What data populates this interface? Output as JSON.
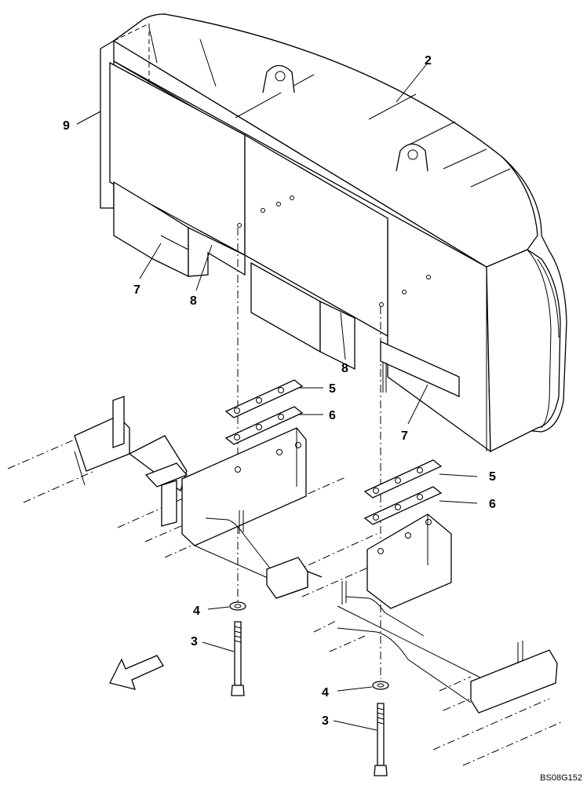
{
  "drawing_code": "BS08G152",
  "callouts": [
    {
      "id": "c2",
      "label": "2"
    },
    {
      "id": "c9",
      "label": "9"
    },
    {
      "id": "c7a",
      "label": "7"
    },
    {
      "id": "c8a",
      "label": "8"
    },
    {
      "id": "c8b",
      "label": "8"
    },
    {
      "id": "c7b",
      "label": "7"
    },
    {
      "id": "c5a",
      "label": "5"
    },
    {
      "id": "c6a",
      "label": "6"
    },
    {
      "id": "c5b",
      "label": "5"
    },
    {
      "id": "c6b",
      "label": "6"
    },
    {
      "id": "c4a",
      "label": "4"
    },
    {
      "id": "c3a",
      "label": "3"
    },
    {
      "id": "c4b",
      "label": "4"
    },
    {
      "id": "c3b",
      "label": "3"
    }
  ]
}
